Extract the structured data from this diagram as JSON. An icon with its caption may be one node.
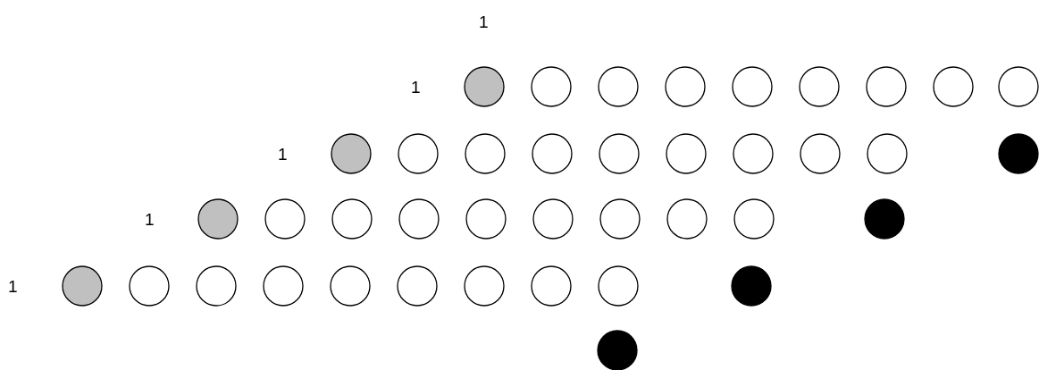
{
  "diagram": {
    "nodes": [
      {
        "text": [],
        "shape": "circle"
      },
      {
        "text": [],
        "shape": "circle"
      },
      {
        "text": [],
        "shape": "circle"
      },
      {
        "text": [],
        "shape": "circle"
      },
      {
        "text": [],
        "shape": "circle"
      },
      {
        "text": [],
        "shape": "circle"
      },
      {
        "text": [],
        "shape": "circle"
      },
      {
        "text": [],
        "shape": "circle"
      },
      {
        "text": [],
        "shape": "circle"
      },
      {
        "text": [],
        "shape": "circle"
      },
      {
        "text": [],
        "shape": "circle"
      },
      {
        "text": [],
        "shape": "circle"
      },
      {
        "text": [],
        "shape": "circle"
      },
      {
        "text": [],
        "shape": "circle"
      },
      {
        "text": [],
        "shape": "circle"
      },
      {
        "text": [],
        "shape": "circle"
      },
      {
        "text": [],
        "shape": "circle"
      },
      {
        "text": [],
        "shape": "circle"
      },
      {
        "text": [],
        "shape": "circle"
      },
      {
        "text": [],
        "shape": "circle"
      },
      {
        "text": [],
        "shape": "circle"
      },
      {
        "text": [],
        "shape": "circle"
      },
      {
        "text": [],
        "shape": "circle"
      },
      {
        "text": [],
        "shape": "circle"
      },
      {
        "text": [],
        "shape": "circle"
      },
      {
        "text": [],
        "shape": "circle"
      },
      {
        "text": [],
        "shape": "circle"
      },
      {
        "text": [],
        "shape": "circle"
      },
      {
        "text": [],
        "shape": "circle"
      },
      {
        "text": [],
        "shape": "circle"
      },
      {
        "text": [],
        "shape": "circle"
      },
      {
        "text": [],
        "shape": "circle"
      },
      {
        "text": [],
        "shape": "circle"
      },
      {
        "text": [],
        "shape": "circle"
      },
      {
        "text": [],
        "shape": "circle"
      },
      {
        "text": [],
        "shape": "circle"
      },
      {
        "text": [],
        "shape": "circle"
      },
      {
        "text": [],
        "shape": "circle"
      },
      {
        "text": [],
        "shape": "circle"
      },
      {
        "text": [],
        "shape": "circle"
      }
    ],
    "labels": [
      "1",
      "1",
      "1",
      "1",
      "1"
    ]
  }
}
